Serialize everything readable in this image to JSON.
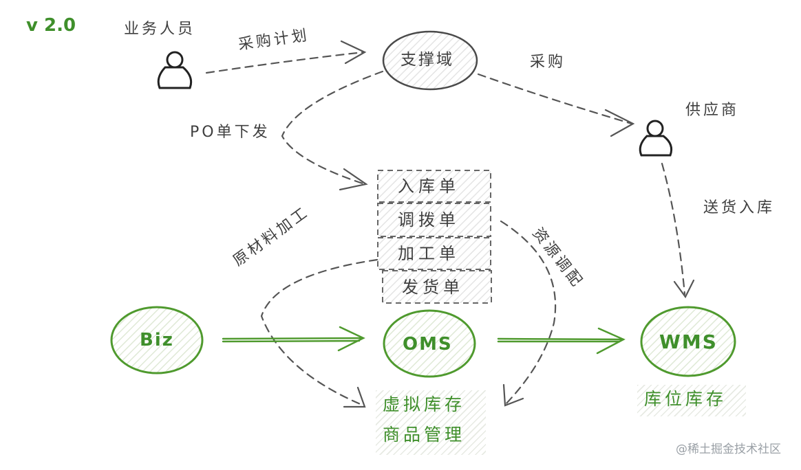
{
  "version": "v 2.0",
  "actors": {
    "business_staff": "业务人员",
    "supplier": "供应商"
  },
  "nodes": {
    "support_domain": "支撑域",
    "biz": "Biz",
    "oms": "OMS",
    "wms": "WMS"
  },
  "edge_labels": {
    "purchase_plan": "采购计划",
    "purchase": "采购",
    "po_issue": "PO单下发",
    "delivery_inbound": "送货入库",
    "raw_material": "原材料加工",
    "resource_allocation": "资源调配"
  },
  "documents": [
    "入库单",
    "调拨单",
    "加工单",
    "发货单"
  ],
  "oms_features": [
    "虚拟库存",
    "商品管理"
  ],
  "wms_features": [
    "库位库存"
  ],
  "watermark": "@稀土掘金技术社区",
  "colors": {
    "ink": "#3f3f3f",
    "green": "#3f8f2b",
    "green_fill": "#eef5e9",
    "hatch": "#e7eae3"
  }
}
